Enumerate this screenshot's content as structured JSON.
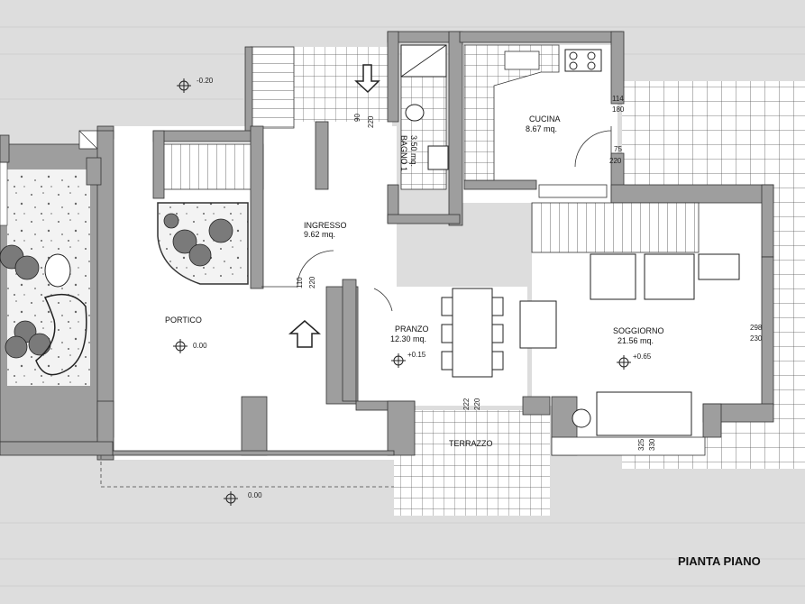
{
  "title": "PIANTA PIANO",
  "rooms": [
    {
      "id": "ingresso",
      "name": "INGRESSO",
      "area": "9.62 mq."
    },
    {
      "id": "cucina",
      "name": "CUCINA",
      "area": "8.67 mq."
    },
    {
      "id": "bagno",
      "name": "BAGNO 1",
      "area": "3.50 mq."
    },
    {
      "id": "pranzo",
      "name": "PRANZO",
      "area": "12.30 mq."
    },
    {
      "id": "soggiorno",
      "name": "SOGGIORNO",
      "area": "21.56 mq."
    },
    {
      "id": "portico",
      "name": "PORTICO",
      "area": ""
    },
    {
      "id": "terrazzo",
      "name": "TERRAZZO",
      "area": ""
    }
  ],
  "levels": {
    "top": "-0.20",
    "portico": "0.00",
    "outside": "0.00",
    "pranzo": "+0.15",
    "soggiorno": "+0.65"
  },
  "dimensions": {
    "bagno_door": [
      "90",
      "220"
    ],
    "ingresso_door": [
      "110",
      "220"
    ],
    "cucina_window": [
      "114",
      "180"
    ],
    "cucina_door": [
      "75",
      "220"
    ],
    "pranzo_door": [
      "222",
      "220"
    ],
    "soggiorno_window": [
      "298",
      "230"
    ],
    "soggiorno_bottom": [
      "325",
      "330"
    ]
  },
  "colors": {
    "wall": "#9e9e9e",
    "floor": "#ffffff",
    "tile_line": "#555555",
    "background": "#dddddd"
  }
}
